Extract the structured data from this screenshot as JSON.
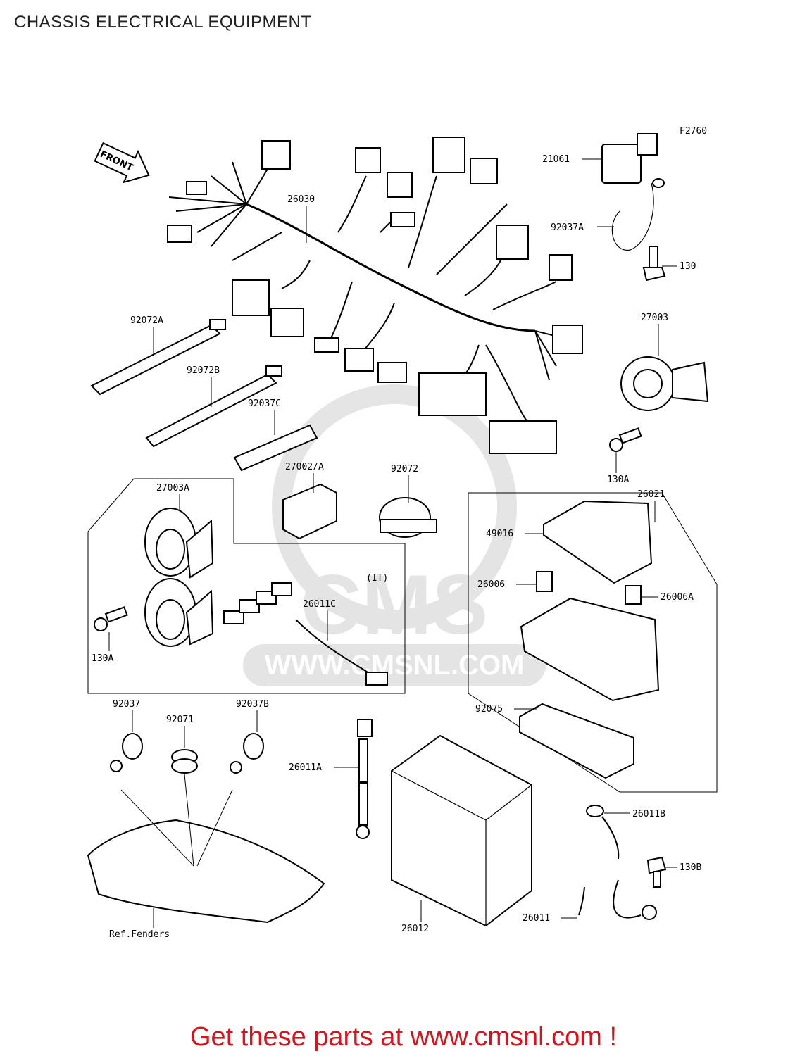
{
  "page": {
    "title": "CHASSIS ELECTRICAL EQUIPMENT",
    "cta": "Get these parts at www.cmsnl.com !"
  },
  "diagram": {
    "figure_code": "F2760",
    "direction_arrow": "FRONT",
    "variant_box_label": "(IT)",
    "reference_label": "Ref.Fenders",
    "watermark": {
      "logo": "CMS",
      "site": "WWW.CMSNL.COM"
    },
    "parts": {
      "p21061": "21061",
      "p26030": "26030",
      "p92037A": "92037A",
      "p130": "130",
      "p92072A": "92072A",
      "p27003": "27003",
      "p92072B": "92072B",
      "p92037C": "92037C",
      "p130A_r": "130A",
      "p27002A": "27002/A",
      "p92072": "92072",
      "p27003A": "27003A",
      "p26021": "26021",
      "p49016": "49016",
      "p26006": "26006",
      "p26006A": "26006A",
      "p26011C": "26011C",
      "p130A_l": "130A",
      "p92075": "92075",
      "p92037": "92037",
      "p92071": "92071",
      "p92037B": "92037B",
      "p26011A": "26011A",
      "p26011B": "26011B",
      "p130B": "130B",
      "p26011": "26011",
      "p26012": "26012"
    }
  }
}
